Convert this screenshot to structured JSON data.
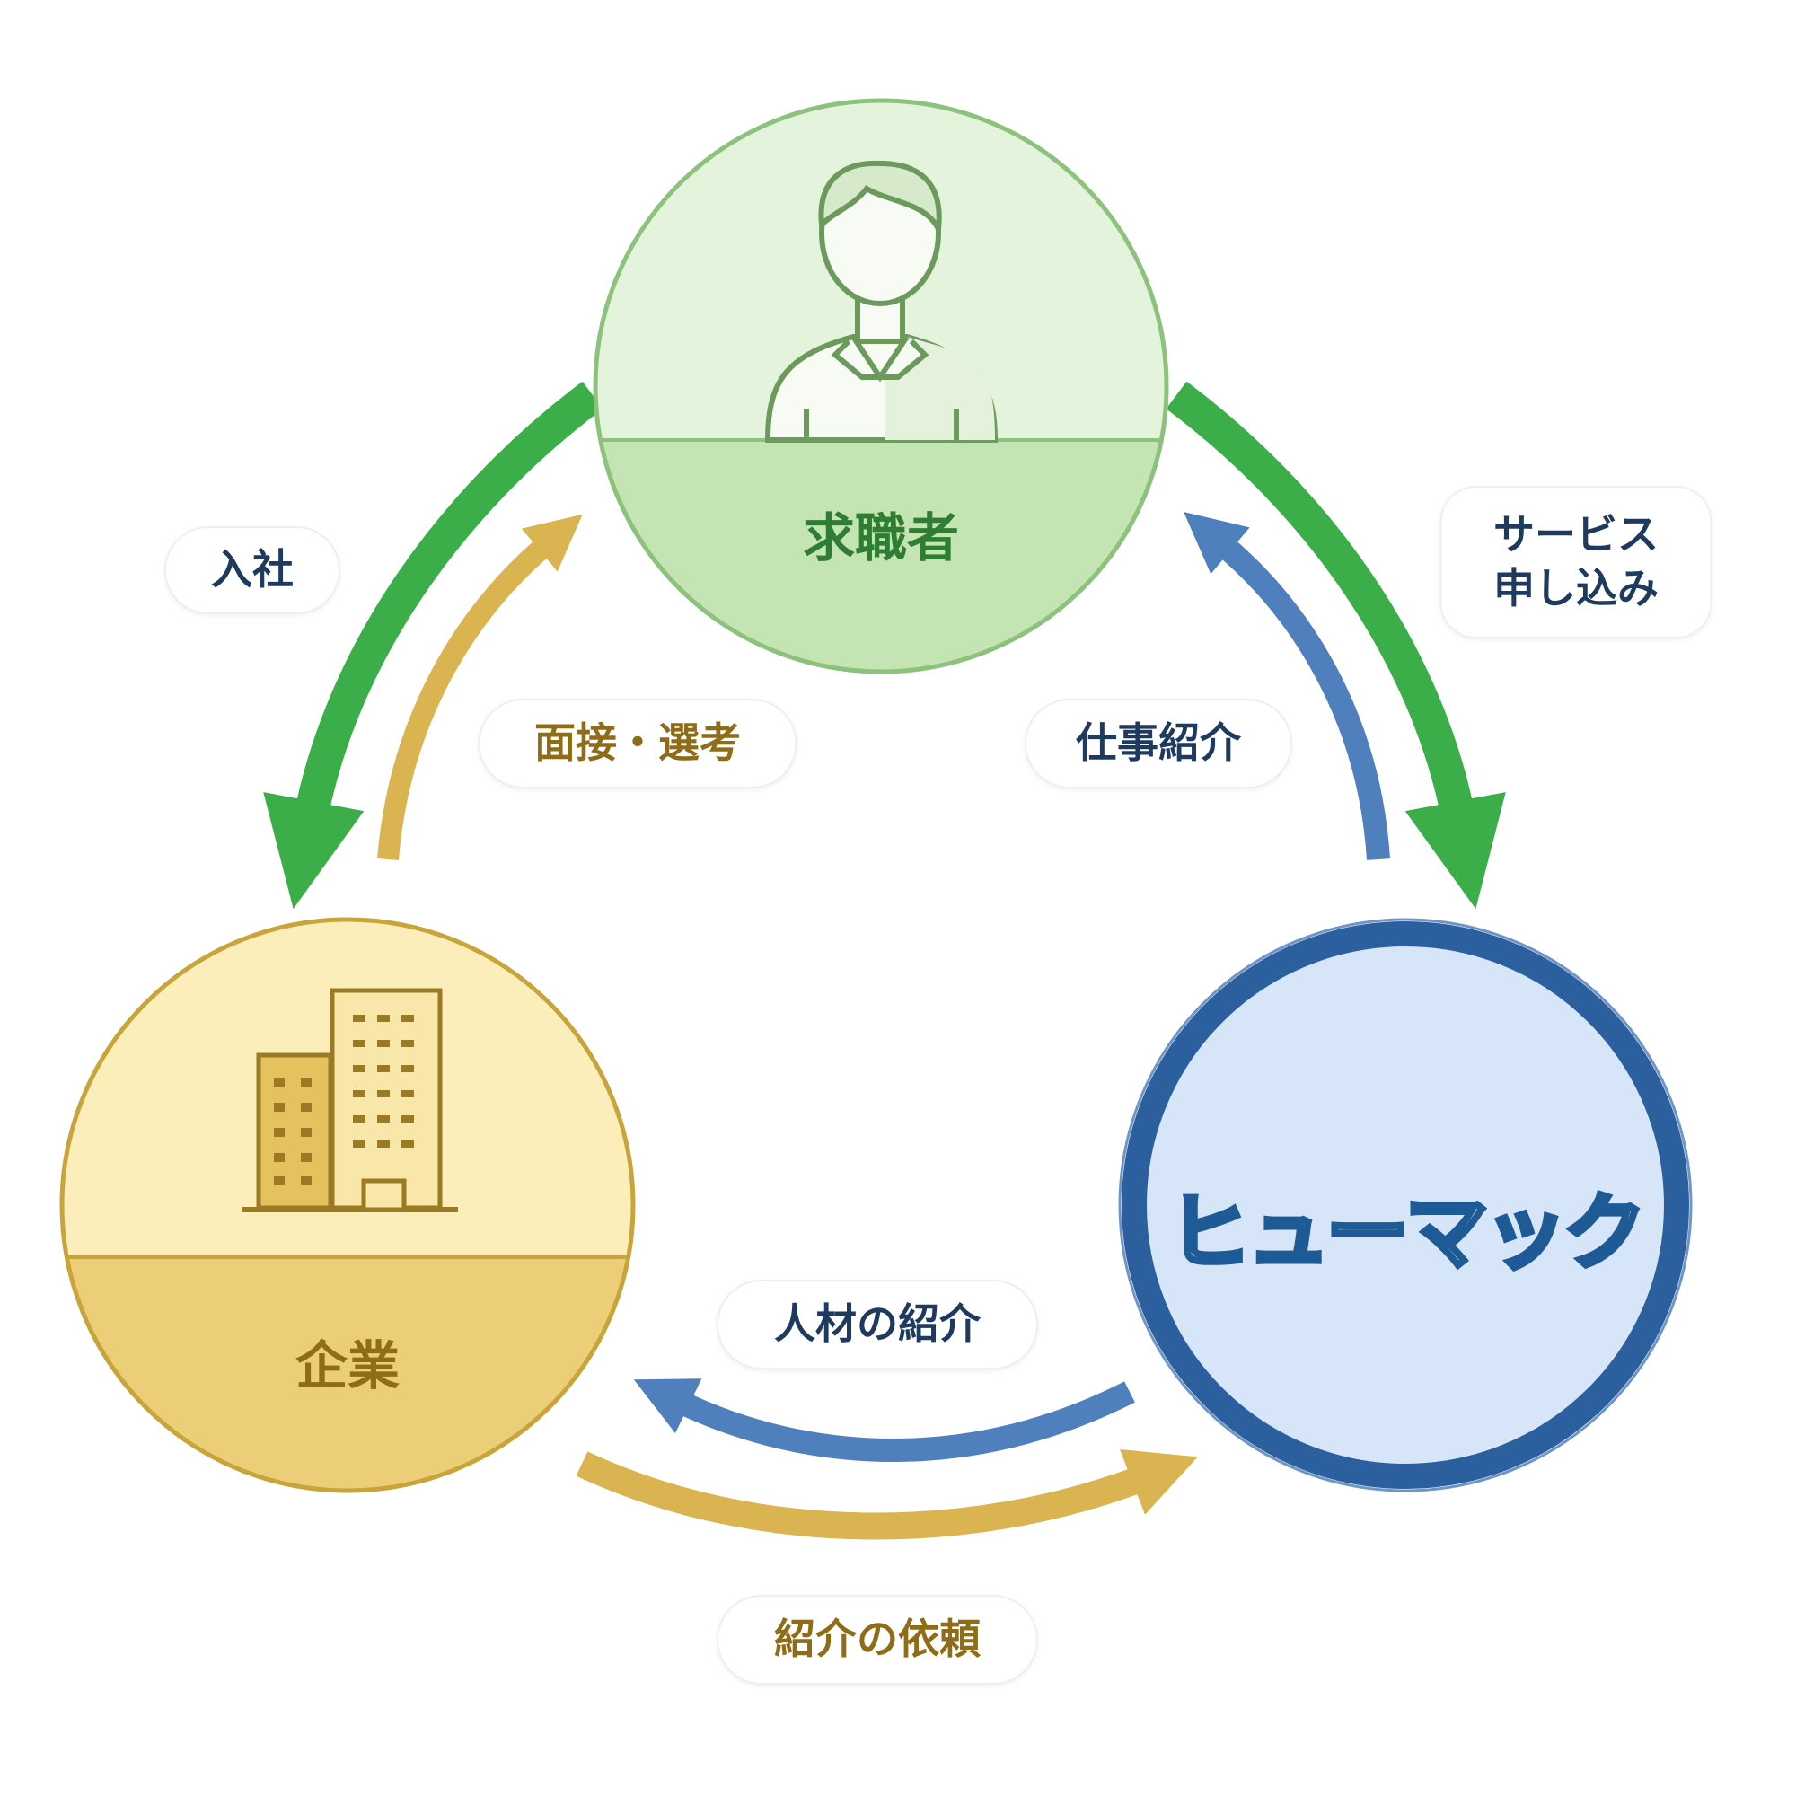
{
  "nodes": {
    "job_seeker": {
      "label": "求職者",
      "color": "#2e7d32"
    },
    "company": {
      "label": "企業",
      "color": "#8f6c18"
    },
    "humac": {
      "logo_text": "ヒューマック",
      "color": "#1e5a96"
    }
  },
  "flows": {
    "join_company": "入社",
    "interview": "面接・選考",
    "job_intro": "仕事紹介",
    "service_apply_line1": "サービス",
    "service_apply_line2": "申し込み",
    "talent_intro": "人材の紹介",
    "intro_request": "紹介の依頼"
  },
  "colors": {
    "green_arrow": "#3bae49",
    "yellow_arrow": "#d9b450",
    "blue_arrow": "#4f7fbd"
  }
}
